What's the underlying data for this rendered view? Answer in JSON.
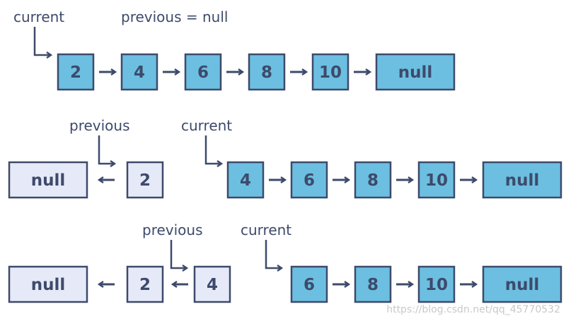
{
  "colors": {
    "stroke": "#3d4a6b",
    "blue_fill": "#6cbfe0",
    "light_fill": "#e6e9f7",
    "text": "#3d4a6b",
    "watermark": "#c9c9c9"
  },
  "rows": [
    {
      "labels": {
        "current": "current",
        "previous": "previous = null"
      },
      "reversed": [],
      "remaining": [
        "2",
        "4",
        "6",
        "8",
        "10",
        "null"
      ]
    },
    {
      "labels": {
        "previous": "previous",
        "current": "current"
      },
      "reversed": [
        "null",
        "2"
      ],
      "remaining": [
        "4",
        "6",
        "8",
        "10",
        "null"
      ]
    },
    {
      "labels": {
        "previous": "previous",
        "current": "current"
      },
      "reversed": [
        "null",
        "2",
        "4"
      ],
      "remaining": [
        "6",
        "8",
        "10",
        "null"
      ]
    }
  ],
  "watermark": "https://blog.csdn.net/qq_45770532"
}
